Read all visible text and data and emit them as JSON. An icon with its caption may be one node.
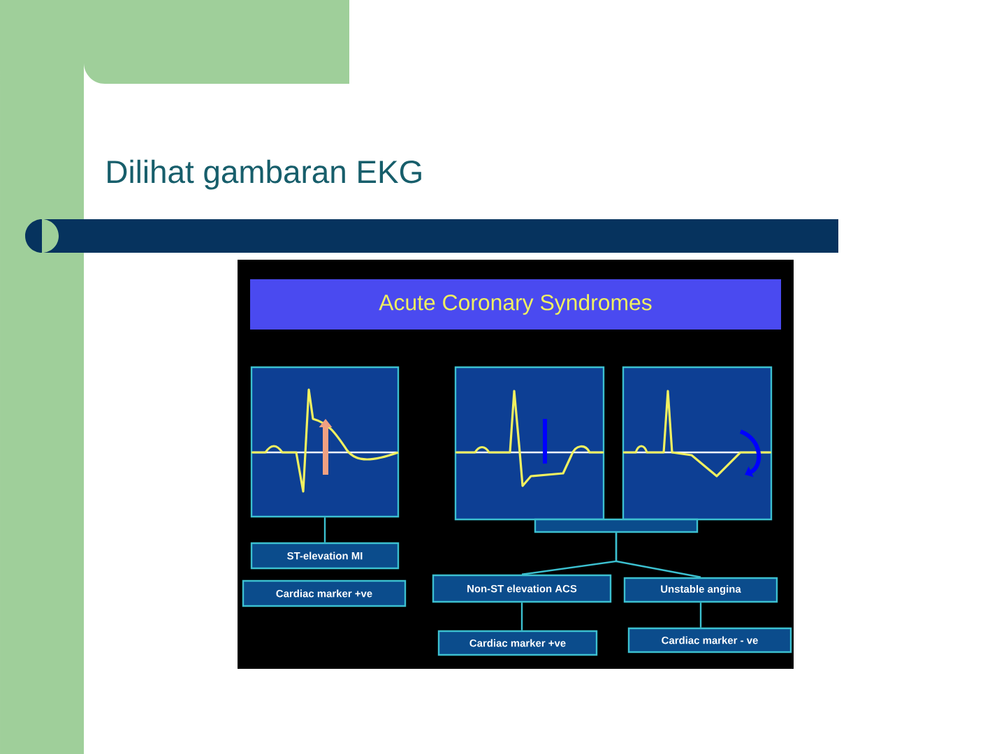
{
  "diagram": {
    "title": "Dilihat gambaran EKG",
    "nodes": [
      {
        "text": [
          "Acute Coronary Syndromes"
        ]
      },
      {
        "text": [],
        "shape": "picture"
      },
      {
        "text": [],
        "shape": "picture"
      },
      {
        "text": [],
        "shape": "picture"
      },
      {
        "text": [],
        "shape": "bar"
      },
      {
        "text": [
          "ST-elevation MI"
        ]
      },
      {
        "text": [
          "Cardiac marker +ve"
        ]
      },
      {
        "text": [
          "Non-ST elevation ACS"
        ]
      },
      {
        "text": [
          "Unstable angina"
        ]
      },
      {
        "text": [
          "Cardiac marker +ve"
        ]
      },
      {
        "text": [
          "Cardiac marker - ve"
        ]
      }
    ],
    "edges": [
      {
        "from": 1,
        "to": 5,
        "arrow": "none"
      },
      {
        "from": 4,
        "to": 7,
        "arrow": "none"
      },
      {
        "from": 4,
        "to": 8,
        "arrow": "none"
      },
      {
        "from": 7,
        "to": 9,
        "arrow": "none"
      },
      {
        "from": 8,
        "to": 10,
        "arrow": "none"
      }
    ]
  }
}
